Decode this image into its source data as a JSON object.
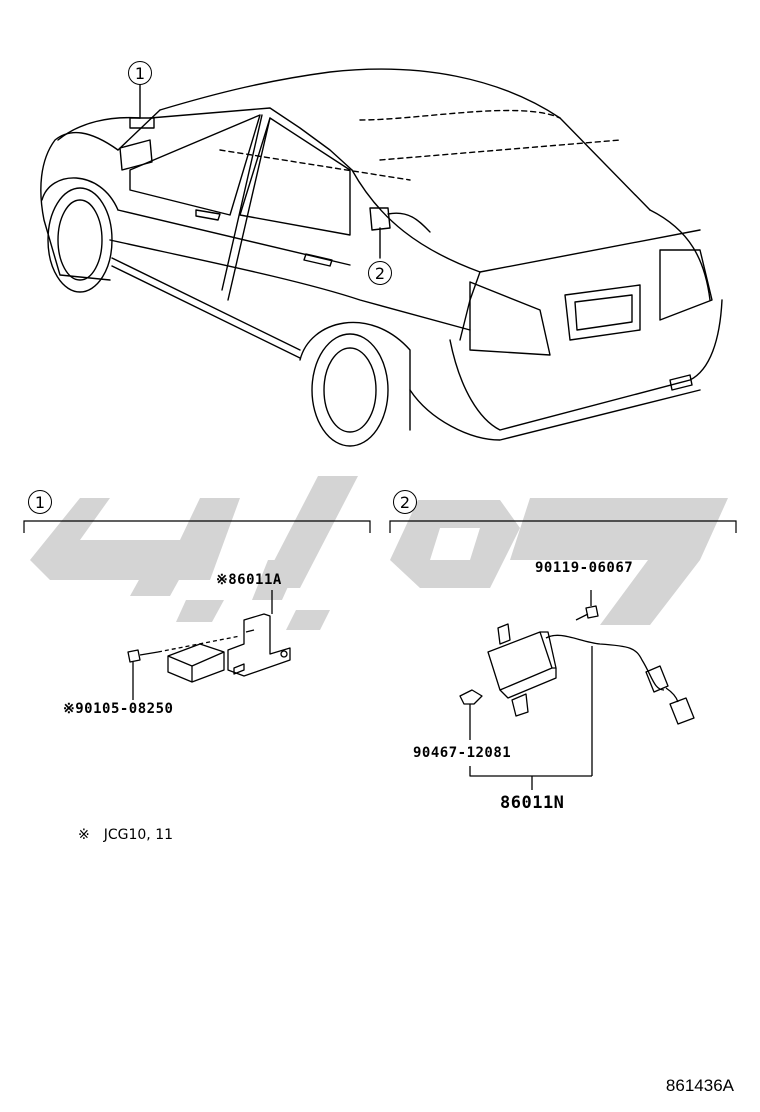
{
  "callouts": {
    "one": "1",
    "two": "2"
  },
  "section_1": {
    "number": "1",
    "part_main": "※86011A",
    "part_bolt": "※90105-08250"
  },
  "section_2": {
    "number": "2",
    "part_screw": "90119-06067",
    "part_clip": "90467-12081",
    "part_assembly": "86011N"
  },
  "note": {
    "symbol": "※",
    "text": "JCG10, 11"
  },
  "diagram_ref": "861436A",
  "colors": {
    "line": "#000000",
    "watermark": "#d4d4d4",
    "background": "#ffffff"
  }
}
